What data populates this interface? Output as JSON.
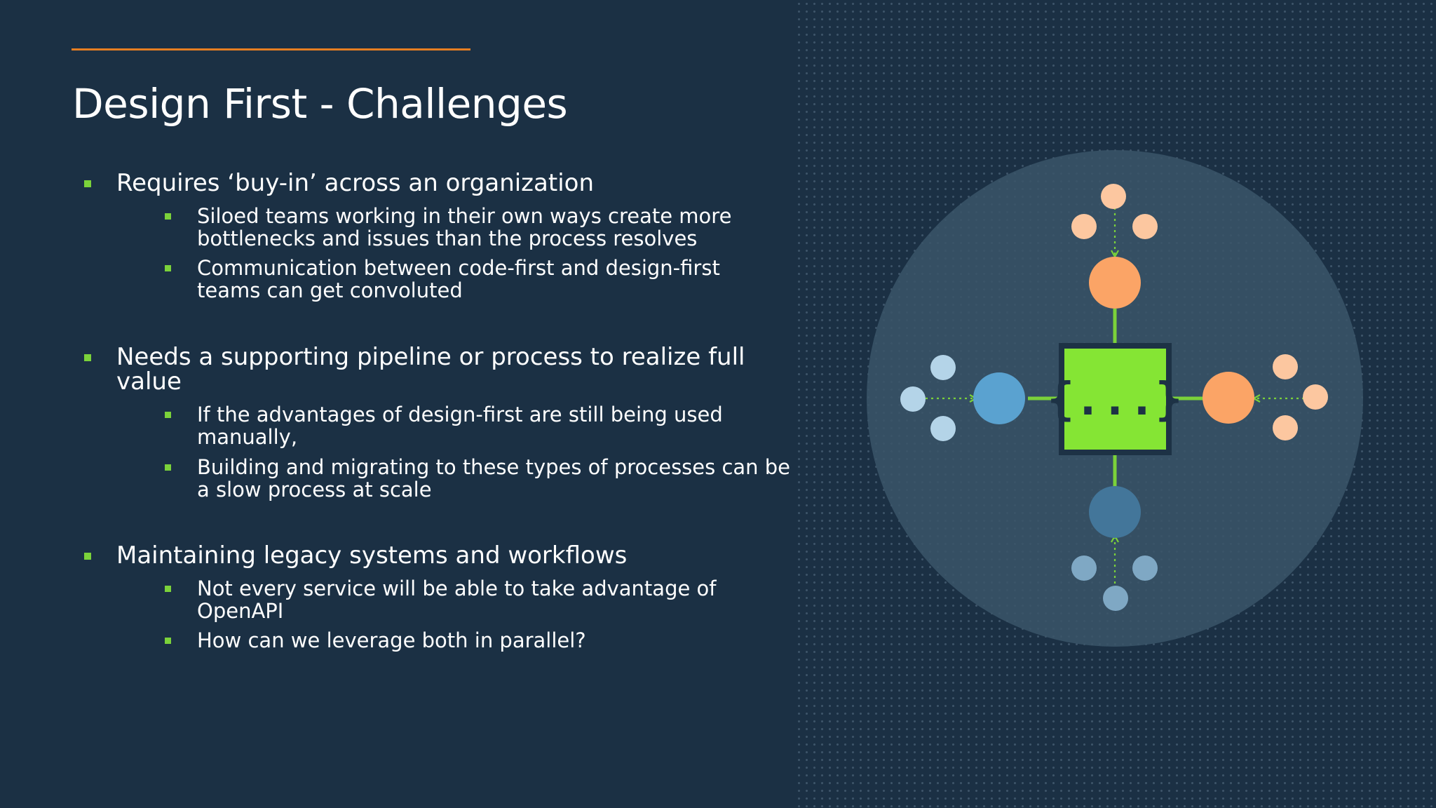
{
  "slide": {
    "title": "Design First - Challenges",
    "colors": {
      "background": "#1b3044",
      "accent_line": "#e67e22",
      "bullet_marker": "#7bd23a",
      "center_node": "#85e534",
      "orange_node": "#fba466",
      "blue_node": "#5aa2d0",
      "light_blue_node": "#b4d4e8",
      "steel_node": "#43769a"
    },
    "sections": [
      {
        "heading": [
          "Requires ‘buy-in’ across an organization"
        ],
        "items": [
          [
            "Siloed teams working in their own ways create more",
            "bottlenecks and issues than the process resolves"
          ],
          [
            "Communication between code-first and design-first",
            "teams can get convoluted"
          ]
        ]
      },
      {
        "heading": [
          "Needs a supporting pipeline or process to realize full",
          "value"
        ],
        "items": [
          [
            "If the advantages of design-first are still being used",
            "manually,"
          ],
          [
            "Building and migrating to these types of processes can be",
            "a slow process at scale"
          ]
        ]
      },
      {
        "heading": [
          "Maintaining legacy systems and workflows"
        ],
        "items": [
          [
            "Not every service will be able to take advantage of",
            "OpenAPI"
          ],
          [
            "How can we leverage both in parallel?"
          ]
        ]
      }
    ],
    "diagram": {
      "center_icon": "curly-braces-icon",
      "center_glyph": "{...}"
    }
  }
}
